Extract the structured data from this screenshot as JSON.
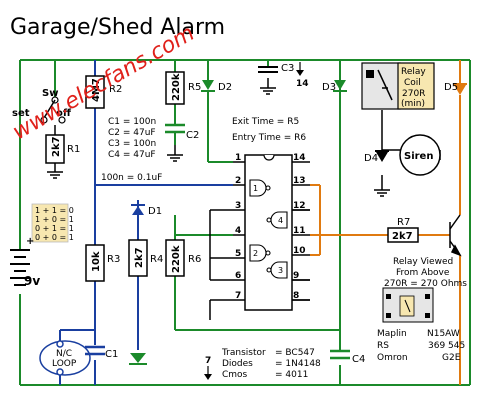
{
  "title": "Garage/Shed Alarm",
  "watermark": "www.elecfans.com",
  "switch": {
    "sw": "Sw",
    "set": "set",
    "off": "off"
  },
  "resistors": {
    "r1": {
      "value": "2k7",
      "name": "R1"
    },
    "r2": {
      "value": "4M7",
      "name": "R2"
    },
    "r3": {
      "value": "10k",
      "name": "R3"
    },
    "r4": {
      "value": "2k7",
      "name": "R4"
    },
    "r5": {
      "value": "220k",
      "name": "R5"
    },
    "r6": {
      "value": "220k",
      "name": "R6"
    },
    "r7": {
      "value": "2k7",
      "name": "R7"
    }
  },
  "capacitor_labels": {
    "c1": "C1",
    "c2": "C2",
    "c3": "C3",
    "c4": "C4"
  },
  "capacitor_values": [
    "C1 = 100n",
    "C2 = 47uF",
    "C3 = 100n",
    "C4 = 47uF"
  ],
  "cap_note": "100n = 0.1uF",
  "diode_labels": {
    "d1": "D1",
    "d2": "D2",
    "d3": "D3",
    "d4": "D4",
    "d5": "D5"
  },
  "timing": {
    "exit": "Exit Time   =   R5",
    "entry": "Entry Time =   R6"
  },
  "truth_table": [
    "1 + 1 = 0",
    "1 + 0 = 1",
    "0 + 1 = 1",
    "0 + 0 = 1"
  ],
  "battery": "9v",
  "loop": {
    "line1": "N/C",
    "line2": "LOOP"
  },
  "ic_pins_left": [
    "1",
    "2",
    "3",
    "4",
    "5",
    "6",
    "7"
  ],
  "ic_pins_right": [
    "14",
    "13",
    "12",
    "11",
    "10",
    "9",
    "8"
  ],
  "gate_numbers": [
    "1",
    "2",
    "3",
    "4"
  ],
  "node_14": "14",
  "node_7": "7",
  "relay_coil": [
    "Relay",
    "Coil",
    "270R",
    "(min)"
  ],
  "siren": "Siren",
  "relay_view": [
    "Relay Viewed",
    "From Above",
    "270R = 270 Ohms"
  ],
  "parts": [
    {
      "name": "Transistor",
      "value": "=   BC547"
    },
    {
      "name": "Diodes",
      "value": "=  1N4148"
    },
    {
      "name": "Cmos",
      "value": "=      4011"
    }
  ],
  "suppliers": [
    {
      "name": "Maplin",
      "code": "N15AW"
    },
    {
      "name": "RS",
      "code": "369 545"
    },
    {
      "name": "Omron",
      "code": "G2E"
    }
  ],
  "colors": {
    "rail_blue": "#1a3fa0",
    "rail_green": "#1b8a2a",
    "rail_orange": "#e07a10",
    "relay_fill": "#f7e7b0",
    "relay_box": "#e6e6e6",
    "watermark": "#e0201a"
  }
}
